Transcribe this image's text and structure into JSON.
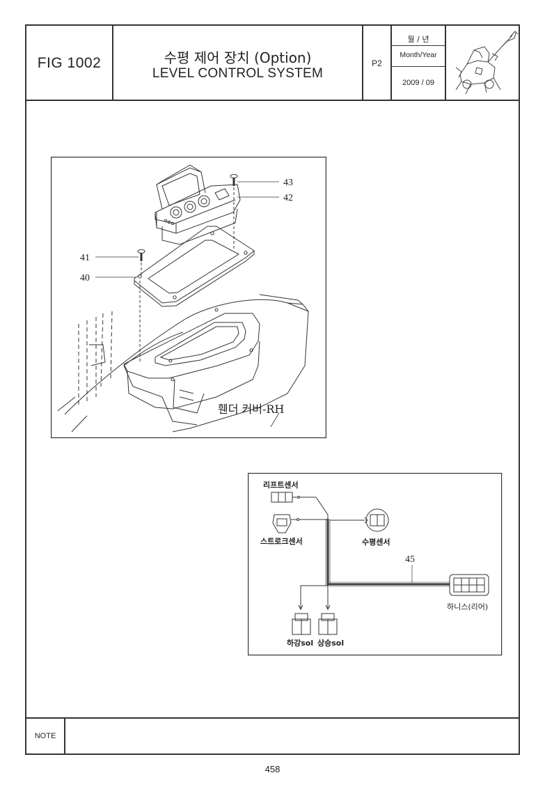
{
  "header": {
    "fig_number": "FIG 1002",
    "title_ko": "수평 제어 장치 (Option)",
    "title_en": "LEVEL CONTROL SYSTEM",
    "page_code": "P2",
    "date_label_ko": "월 / 년",
    "date_label_en": "Month/Year",
    "date_value": "2009 / 09"
  },
  "upper_diagram": {
    "callouts": [
      "43",
      "42",
      "41",
      "40"
    ],
    "fender_label": "휀더 커버-RH"
  },
  "wiring_diagram": {
    "lift_sensor": "리프트센서",
    "stroke_sensor": "스트로크센서",
    "level_sensor": "수평센서",
    "harness_callout": "45",
    "harness_rear": "하니스(리어)",
    "lower_sol": "하강sol",
    "raise_sol": "상승sol"
  },
  "footer": {
    "note_label": "NOTE",
    "page_number": "458"
  },
  "icons": [
    "machine-illustration-icon"
  ]
}
